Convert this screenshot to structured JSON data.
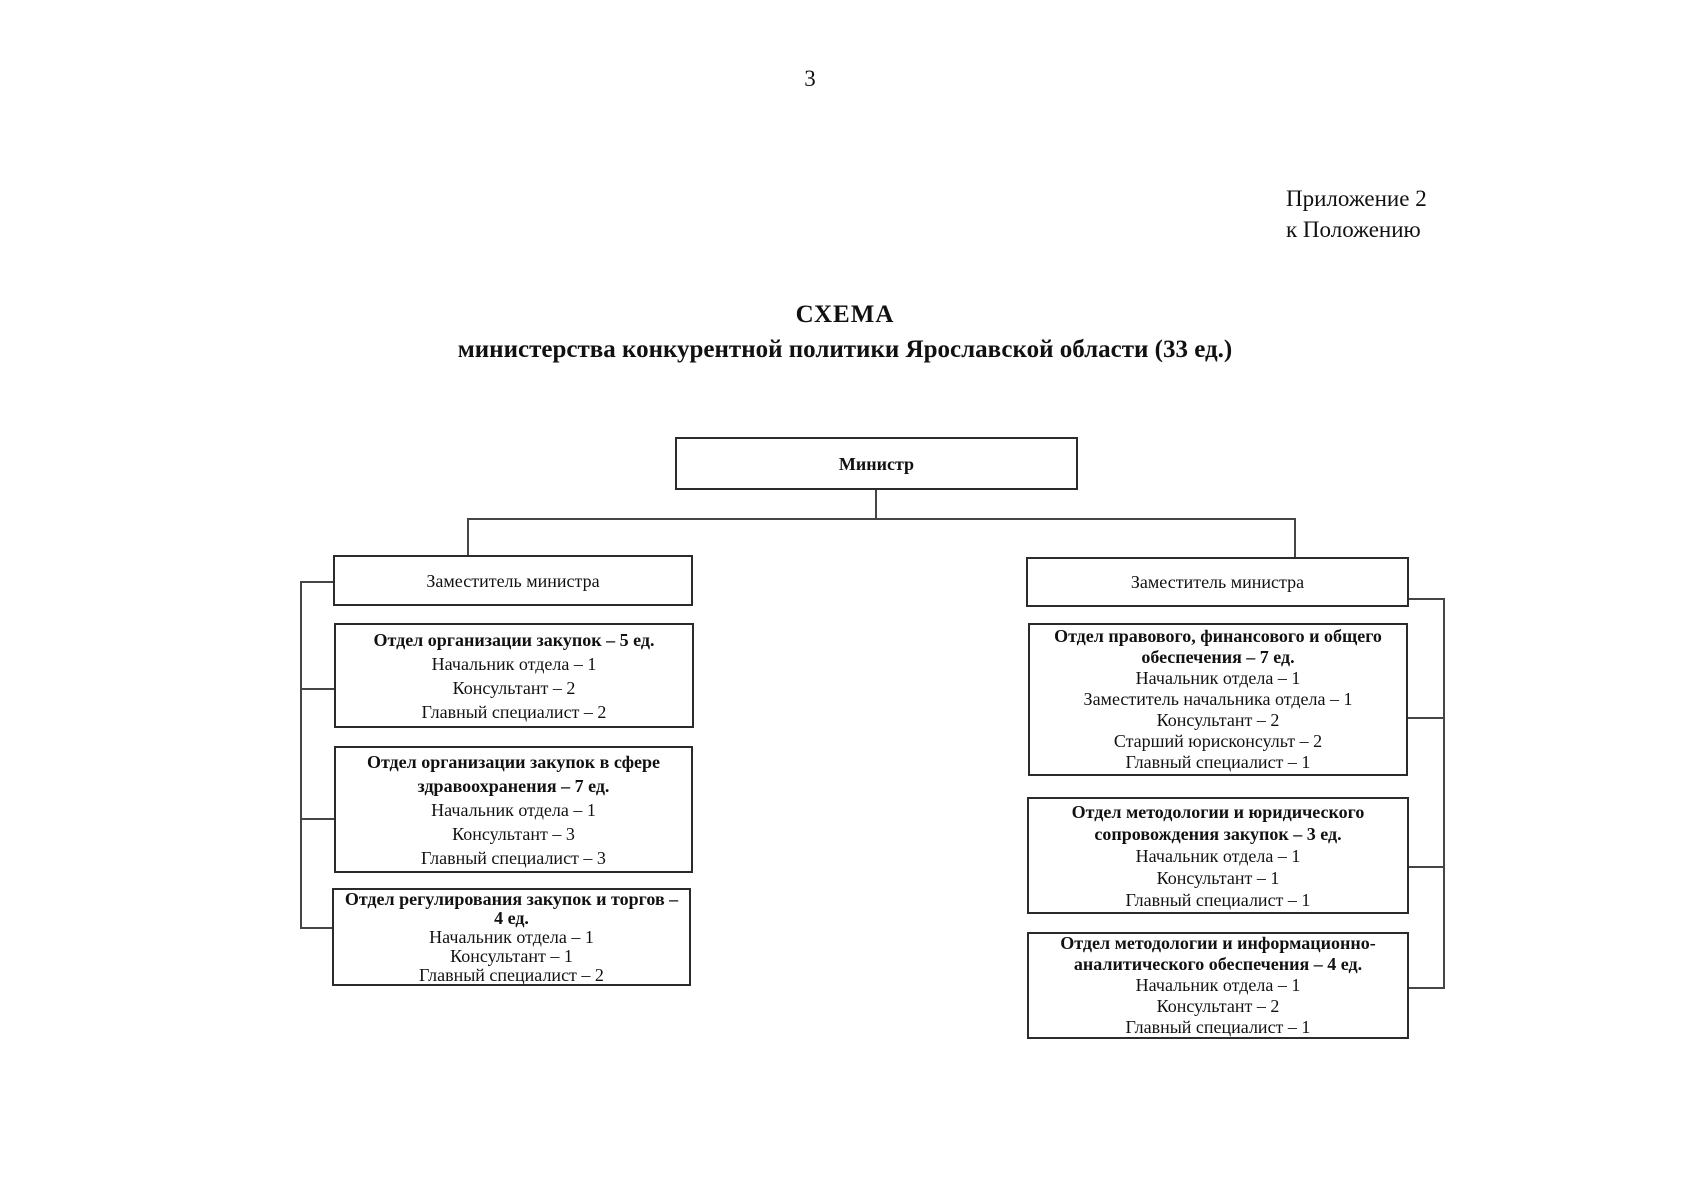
{
  "page": {
    "number": "3",
    "annotation_line1": "Приложение 2",
    "annotation_line2": "к Положению"
  },
  "title": {
    "line1": "СХЕМА",
    "line2": "министерства конкурентной политики Ярославской области (33 ед.)"
  },
  "org": {
    "minister": "Министр",
    "deputy_left": "Заместитель министра",
    "deputy_right": "Заместитель министра",
    "left_departments": [
      {
        "title": "Отдел организации закупок – 5 ед.",
        "staff": [
          "Начальник отдела – 1",
          "Консультант – 2",
          "Главный специалист – 2"
        ]
      },
      {
        "title": "Отдел организации закупок в сфере здравоохранения – 7 ед.",
        "staff": [
          "Начальник отдела – 1",
          "Консультант – 3",
          "Главный специалист – 3"
        ]
      },
      {
        "title": "Отдел регулирования закупок и торгов – 4 ед.",
        "staff": [
          "Начальник отдела – 1",
          "Консультант – 1",
          "Главный специалист – 2"
        ]
      }
    ],
    "right_departments": [
      {
        "title": "Отдел правового, финансового и общего обеспечения – 7 ед.",
        "staff": [
          "Начальник отдела – 1",
          "Заместитель начальника отдела – 1",
          "Консультант – 2",
          "Старший юрисконсульт – 2",
          "Главный специалист – 1"
        ]
      },
      {
        "title": "Отдел методологии и юридического сопровождения закупок – 3 ед.",
        "staff": [
          "Начальник отдела – 1",
          "Консультант – 1",
          "Главный специалист – 1"
        ]
      },
      {
        "title": "Отдел методологии и информационно-аналитического обеспечения – 4 ед.",
        "staff": [
          "Начальник отдела – 1",
          "Консультант – 2",
          "Главный специалист – 1"
        ]
      }
    ]
  },
  "colors": {
    "paper": "#ffffff",
    "ink": "#111111",
    "border": "#2b2b2b",
    "connector": "#454545"
  }
}
